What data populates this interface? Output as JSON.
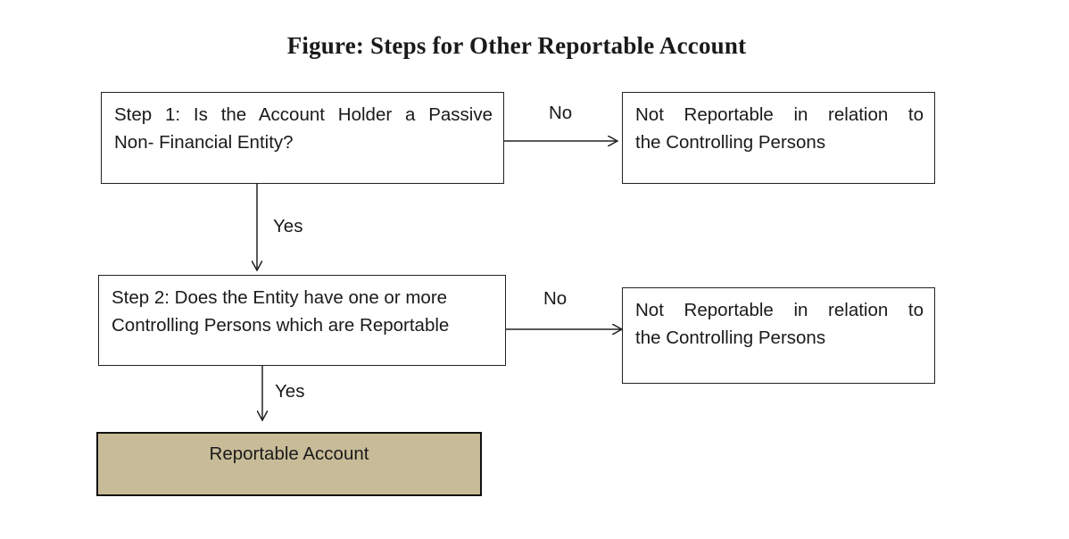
{
  "title": "Figure: Steps for Other Reportable Account",
  "step1": {
    "line1": "Step 1: Is the Account Holder a Passive",
    "line2": "Non- Financial Entity?"
  },
  "not_reportable_1": {
    "line1": "Not Reportable in relation to",
    "line2": "the Controlling Persons"
  },
  "step2": {
    "line1": "Step 2: Does the Entity have one or more",
    "line2": "Controlling Persons which are Reportable"
  },
  "not_reportable_2": {
    "line1": "Not Reportable in relation to",
    "line2": "the Controlling Persons"
  },
  "result": {
    "label": "Reportable Account"
  },
  "edges": {
    "step1_no": "No",
    "step1_yes": "Yes",
    "step2_no": "No",
    "step2_yes": "Yes"
  },
  "colors": {
    "result_fill": "#c8bc98",
    "stroke": "#222222"
  }
}
